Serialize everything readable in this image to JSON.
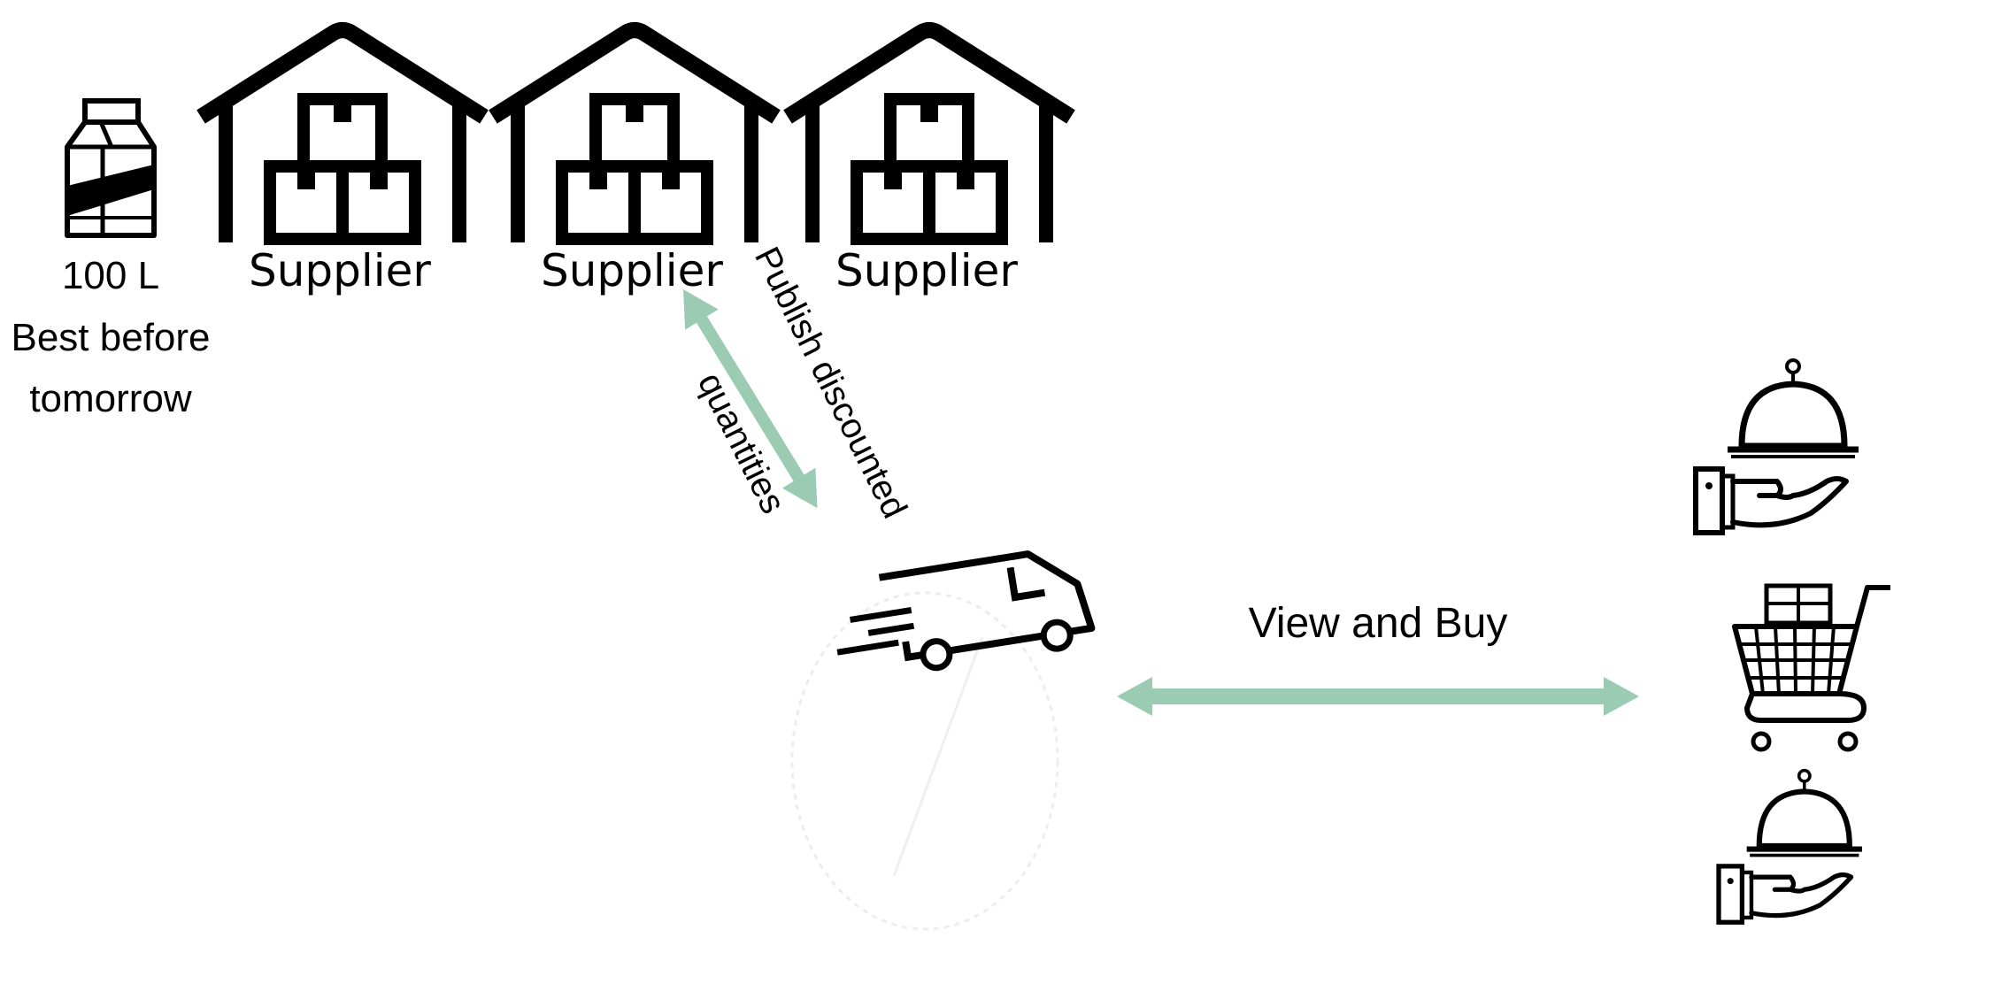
{
  "product": {
    "quantity": "100 L",
    "expiry_line1": "Best before",
    "expiry_line2": "tomorrow",
    "icon": "milk-carton-icon"
  },
  "suppliers": [
    {
      "label": "Supplier",
      "icon": "warehouse-icon"
    },
    {
      "label": "Supplier",
      "icon": "warehouse-icon"
    },
    {
      "label": "Supplier",
      "icon": "warehouse-icon"
    }
  ],
  "flows": {
    "publish_line1": "Publish discounted",
    "publish_line2": "quantities",
    "view_buy": "View and Buy"
  },
  "icons": {
    "delivery": "delivery-van-icon",
    "consumers": [
      "food-service-icon",
      "shopping-cart-icon",
      "food-service-icon"
    ]
  },
  "colors": {
    "arrow": "#9ccbb4",
    "ink": "#000000"
  }
}
